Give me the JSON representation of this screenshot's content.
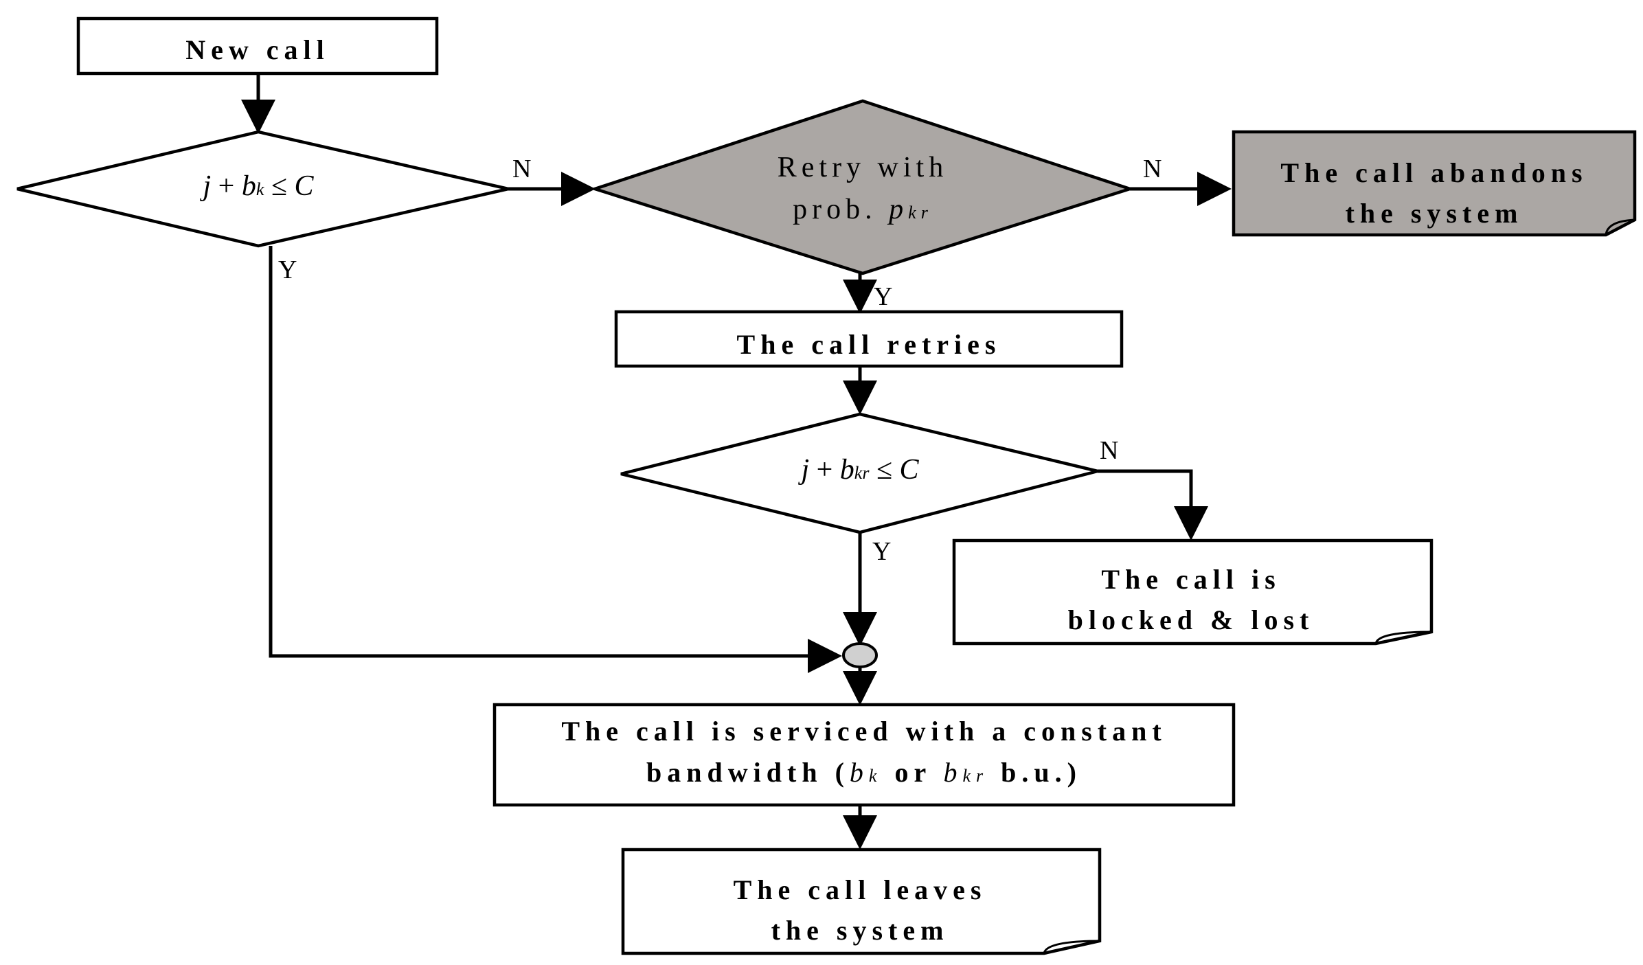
{
  "nodes": {
    "new_call": "New call",
    "retry_line1": "Retry with",
    "retry_line2_prefix": "prob. ",
    "retry_var": "p",
    "retry_sub": "kr",
    "abandon_line1": "The call abandons",
    "abandon_line2": "the system",
    "retries": "The call retries",
    "blocked_line1": "The call is",
    "blocked_line2": "blocked & lost",
    "serviced_line1": "The call is serviced with a constant",
    "serviced_line2_a": "bandwidth (",
    "serviced_b1": "b",
    "serviced_k": "k",
    "serviced_or": " or ",
    "serviced_b2": "b",
    "serviced_kr": "kr",
    "serviced_line2_b": " b.u.)",
    "leaves_line1": "The call leaves",
    "leaves_line2": "the system"
  },
  "conditions": {
    "cond1_j": "j",
    "cond1_plus": " + ",
    "cond1_b": "b",
    "cond1_sub": "k",
    "cond1_le": " ≤ ",
    "cond1_c": "C",
    "cond2_j": "j",
    "cond2_plus": " + ",
    "cond2_b": "b",
    "cond2_sub": "kr",
    "cond2_le": " ≤ ",
    "cond2_c": "C"
  },
  "edge_labels": {
    "cond1_no": "N",
    "cond1_yes": "Y",
    "retry_no": "N",
    "retry_yes": "Y",
    "cond2_no": "N",
    "cond2_yes": "Y"
  },
  "colors": {
    "shaded_fill": "#aba7a4",
    "stroke": "#000000",
    "junction_fill": "#d0d0d0"
  }
}
